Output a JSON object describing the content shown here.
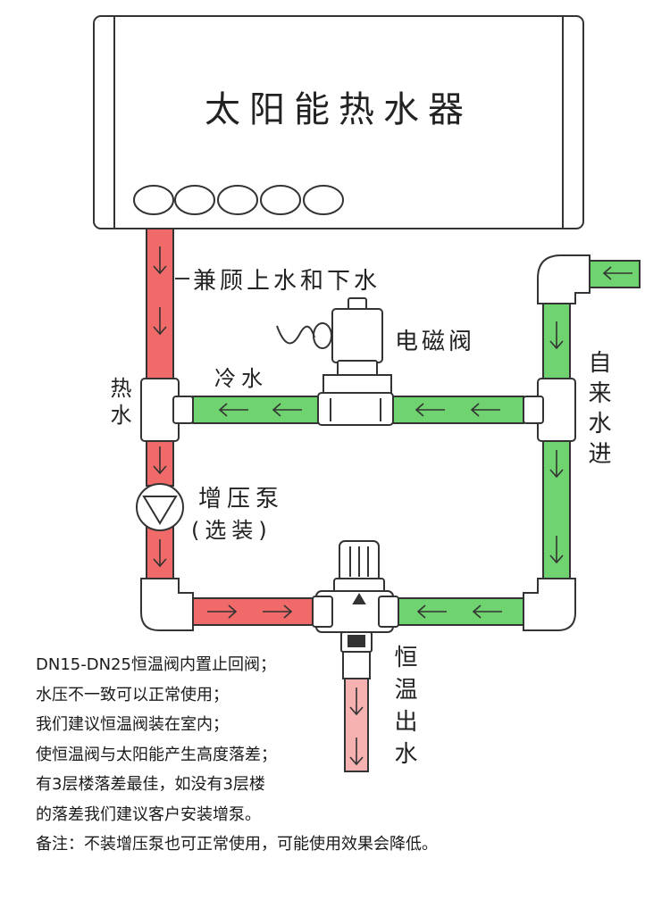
{
  "heater": {
    "title": "太阳能热水器"
  },
  "labels": {
    "pipe_note": "兼顾上水和下水",
    "solenoid_valve": "电磁阀",
    "cold_water": "冷水",
    "hot_water": "热水",
    "tap_water_in": "自来水进",
    "booster_pump": "增压泵",
    "booster_optional": "(选装)",
    "mixed_out": "恒温出水"
  },
  "notes": [
    "DN15-DN25恒温阀内置止回阀；",
    "水压不一致可以正常使用；",
    "我们建议恒温阀装在室内；",
    "使恒温阀与太阳能产生高度落差；",
    "有3层楼落差最佳，如没有3层楼",
    "的落差我们建议客户安装增泵。",
    "备注：不装增压泵也可正常使用，可能使用效果会降低。"
  ],
  "colors": {
    "hot_pipe": "#f06a6a",
    "cold_pipe": "#6fd36f",
    "outlet_pipe": "#f6b1b1",
    "outline": "#333333"
  }
}
